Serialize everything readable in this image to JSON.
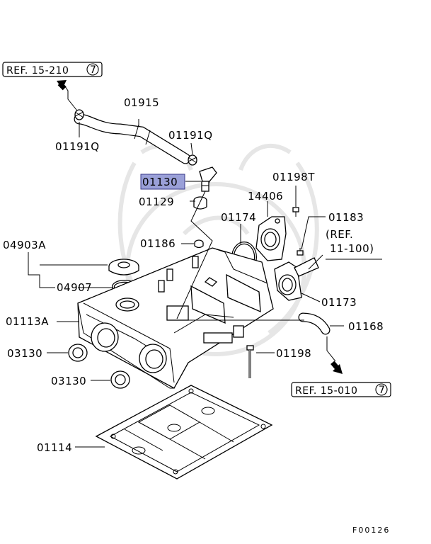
{
  "refs": {
    "ref_top": {
      "text": "REF. 15-210",
      "num": "7"
    },
    "ref_bottom": {
      "text": "REF. 15-010",
      "num": "7"
    },
    "ref_side_1": "(REF.",
    "ref_side_2": "11-100)"
  },
  "callouts": {
    "c01915": "01915",
    "c01191q_left": "01191Q",
    "c01191q_right": "01191Q",
    "c01130": "01130",
    "c01129": "01129",
    "c01198t": "01198T",
    "c14406": "14406",
    "c01174": "01174",
    "c01183": "01183",
    "c01186": "01186",
    "c04903a": "04903A",
    "c04907": "04907",
    "c01173": "01173",
    "c01113a": "01113A",
    "c01168": "01168",
    "c03130_a": "03130",
    "c03130_b": "03130",
    "c01198": "01198",
    "c01114": "01114"
  },
  "highlight_color": "#9aa0d8",
  "figure_code": "F00126"
}
